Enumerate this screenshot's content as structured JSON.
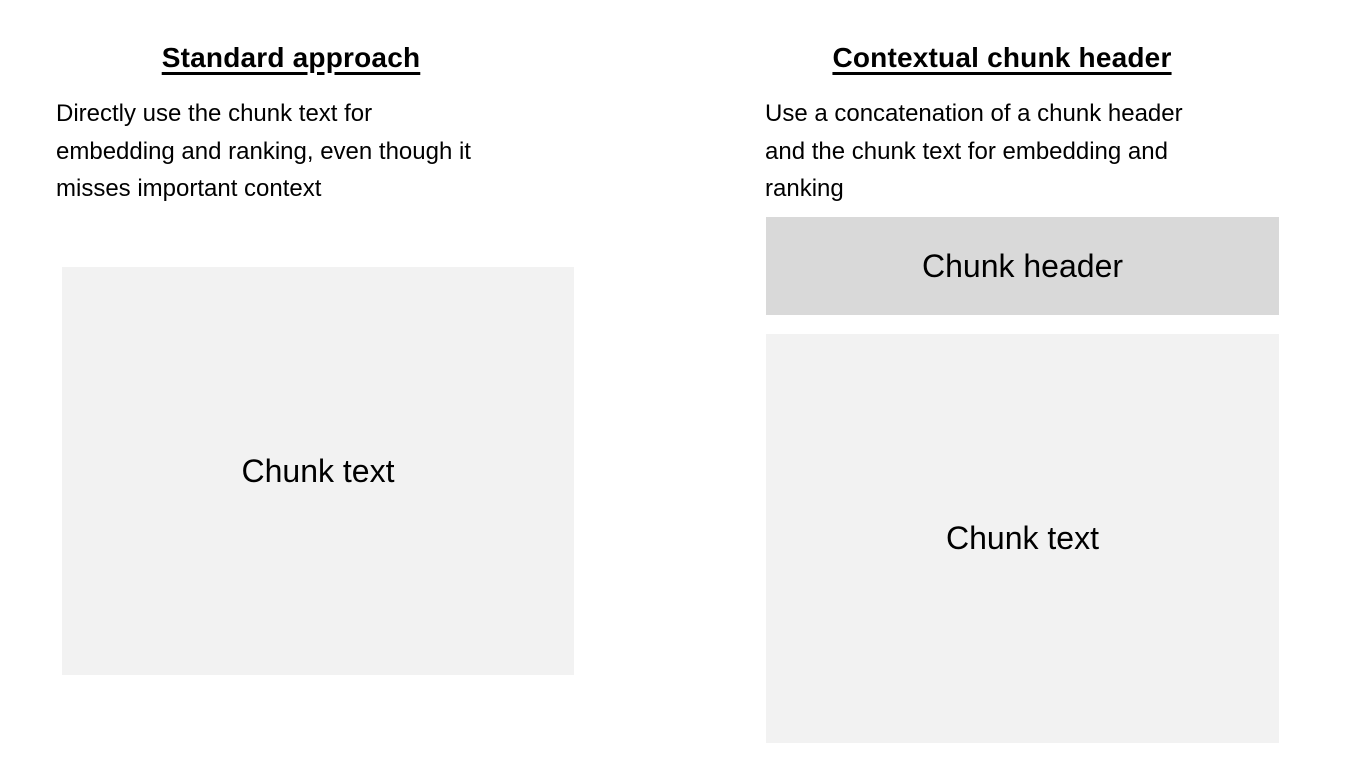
{
  "colors": {
    "page_background": "#ffffff",
    "chunk_header_fill": "#d9d9d9",
    "chunk_text_fill": "#f2f2f2",
    "text": "#000000"
  },
  "left_panel": {
    "title": "Standard approach",
    "description": "Directly use the chunk text for\nembedding and ranking, even though it\nmisses important context",
    "chunk_text_label": "Chunk text"
  },
  "right_panel": {
    "title": "Contextual chunk header",
    "description": "Use a concatenation of a chunk header\nand the chunk text for embedding and\nranking",
    "chunk_header_label": "Chunk header",
    "chunk_text_label": "Chunk text"
  }
}
